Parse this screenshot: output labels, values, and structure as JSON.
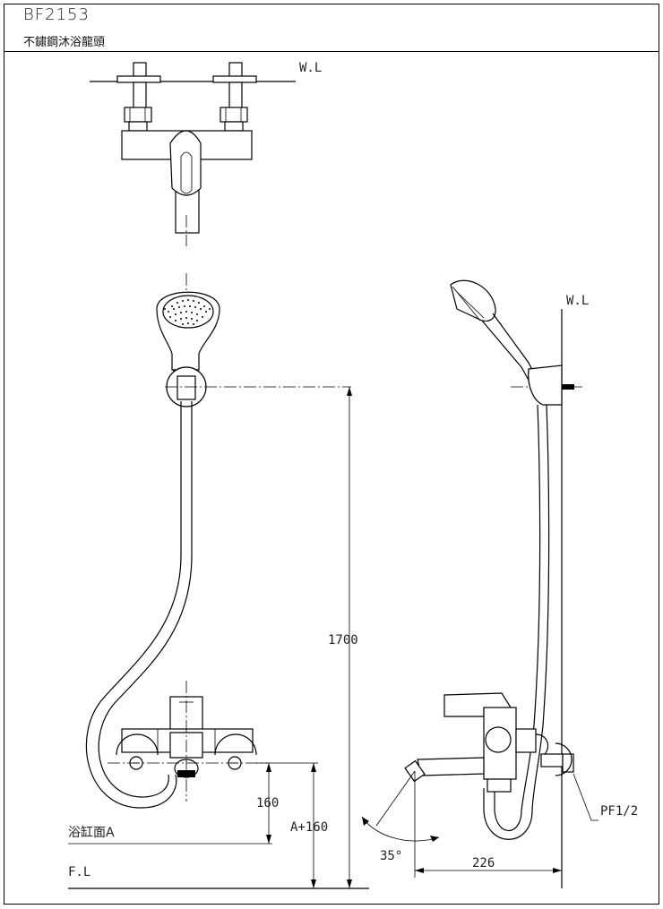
{
  "title_block": {
    "model": "BF2153",
    "product_name": "不鏽鋼沐浴龍頭"
  },
  "labels": {
    "wall_line_top": "W.L",
    "wall_line_side": "W.L",
    "floor_line": "F.L",
    "bath_rim": "浴缸面A",
    "dim_total_height": "1700",
    "dim_rim_to_inlet": "160",
    "dim_floor_to_inlet": "A+160",
    "dim_spout_angle": "35°",
    "dim_projection": "226",
    "thread_spec": "PF1/2"
  }
}
